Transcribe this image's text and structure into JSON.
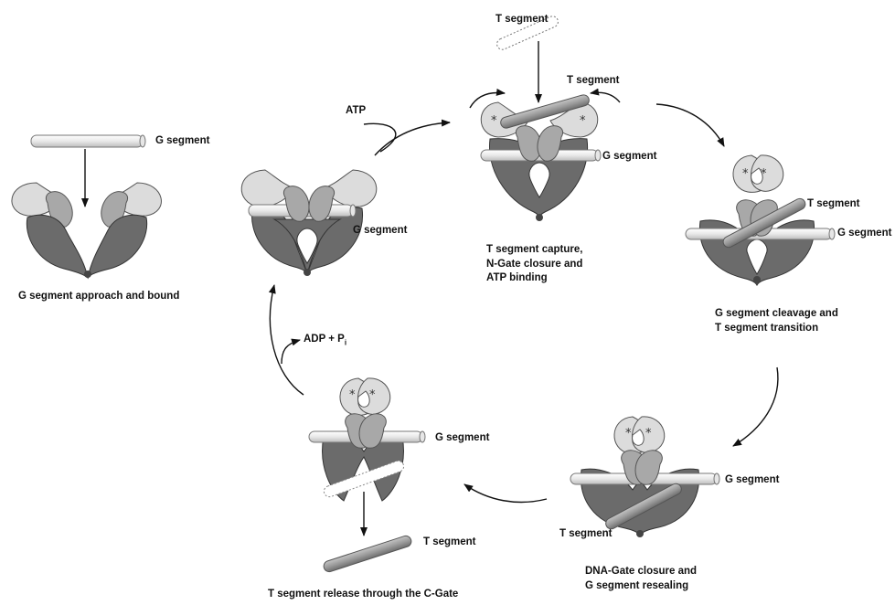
{
  "labels": {
    "g_segment": "G segment",
    "t_segment": "T segment",
    "atp": "ATP",
    "adp_base": "ADP + P",
    "adp_sub": "i"
  },
  "captions": {
    "stage1": [
      "G segment approach and bound"
    ],
    "stage3": [
      "T segment capture,",
      "N-Gate closure and",
      "ATP binding"
    ],
    "stage4": [
      "G segment cleavage and",
      "T segment transition"
    ],
    "stage5": [
      "DNA-Gate closure and",
      "G segment resealing"
    ],
    "stage6": [
      "T segment release through the C-Gate"
    ]
  },
  "colors": {
    "dark_body": "#6b6b6b",
    "light_domain": "#dcdcdc",
    "mid_domain": "#a8a8a8",
    "g_segment": "#f2f2f2",
    "t_segment": "#9a9a9a",
    "arrow": "#111111"
  }
}
